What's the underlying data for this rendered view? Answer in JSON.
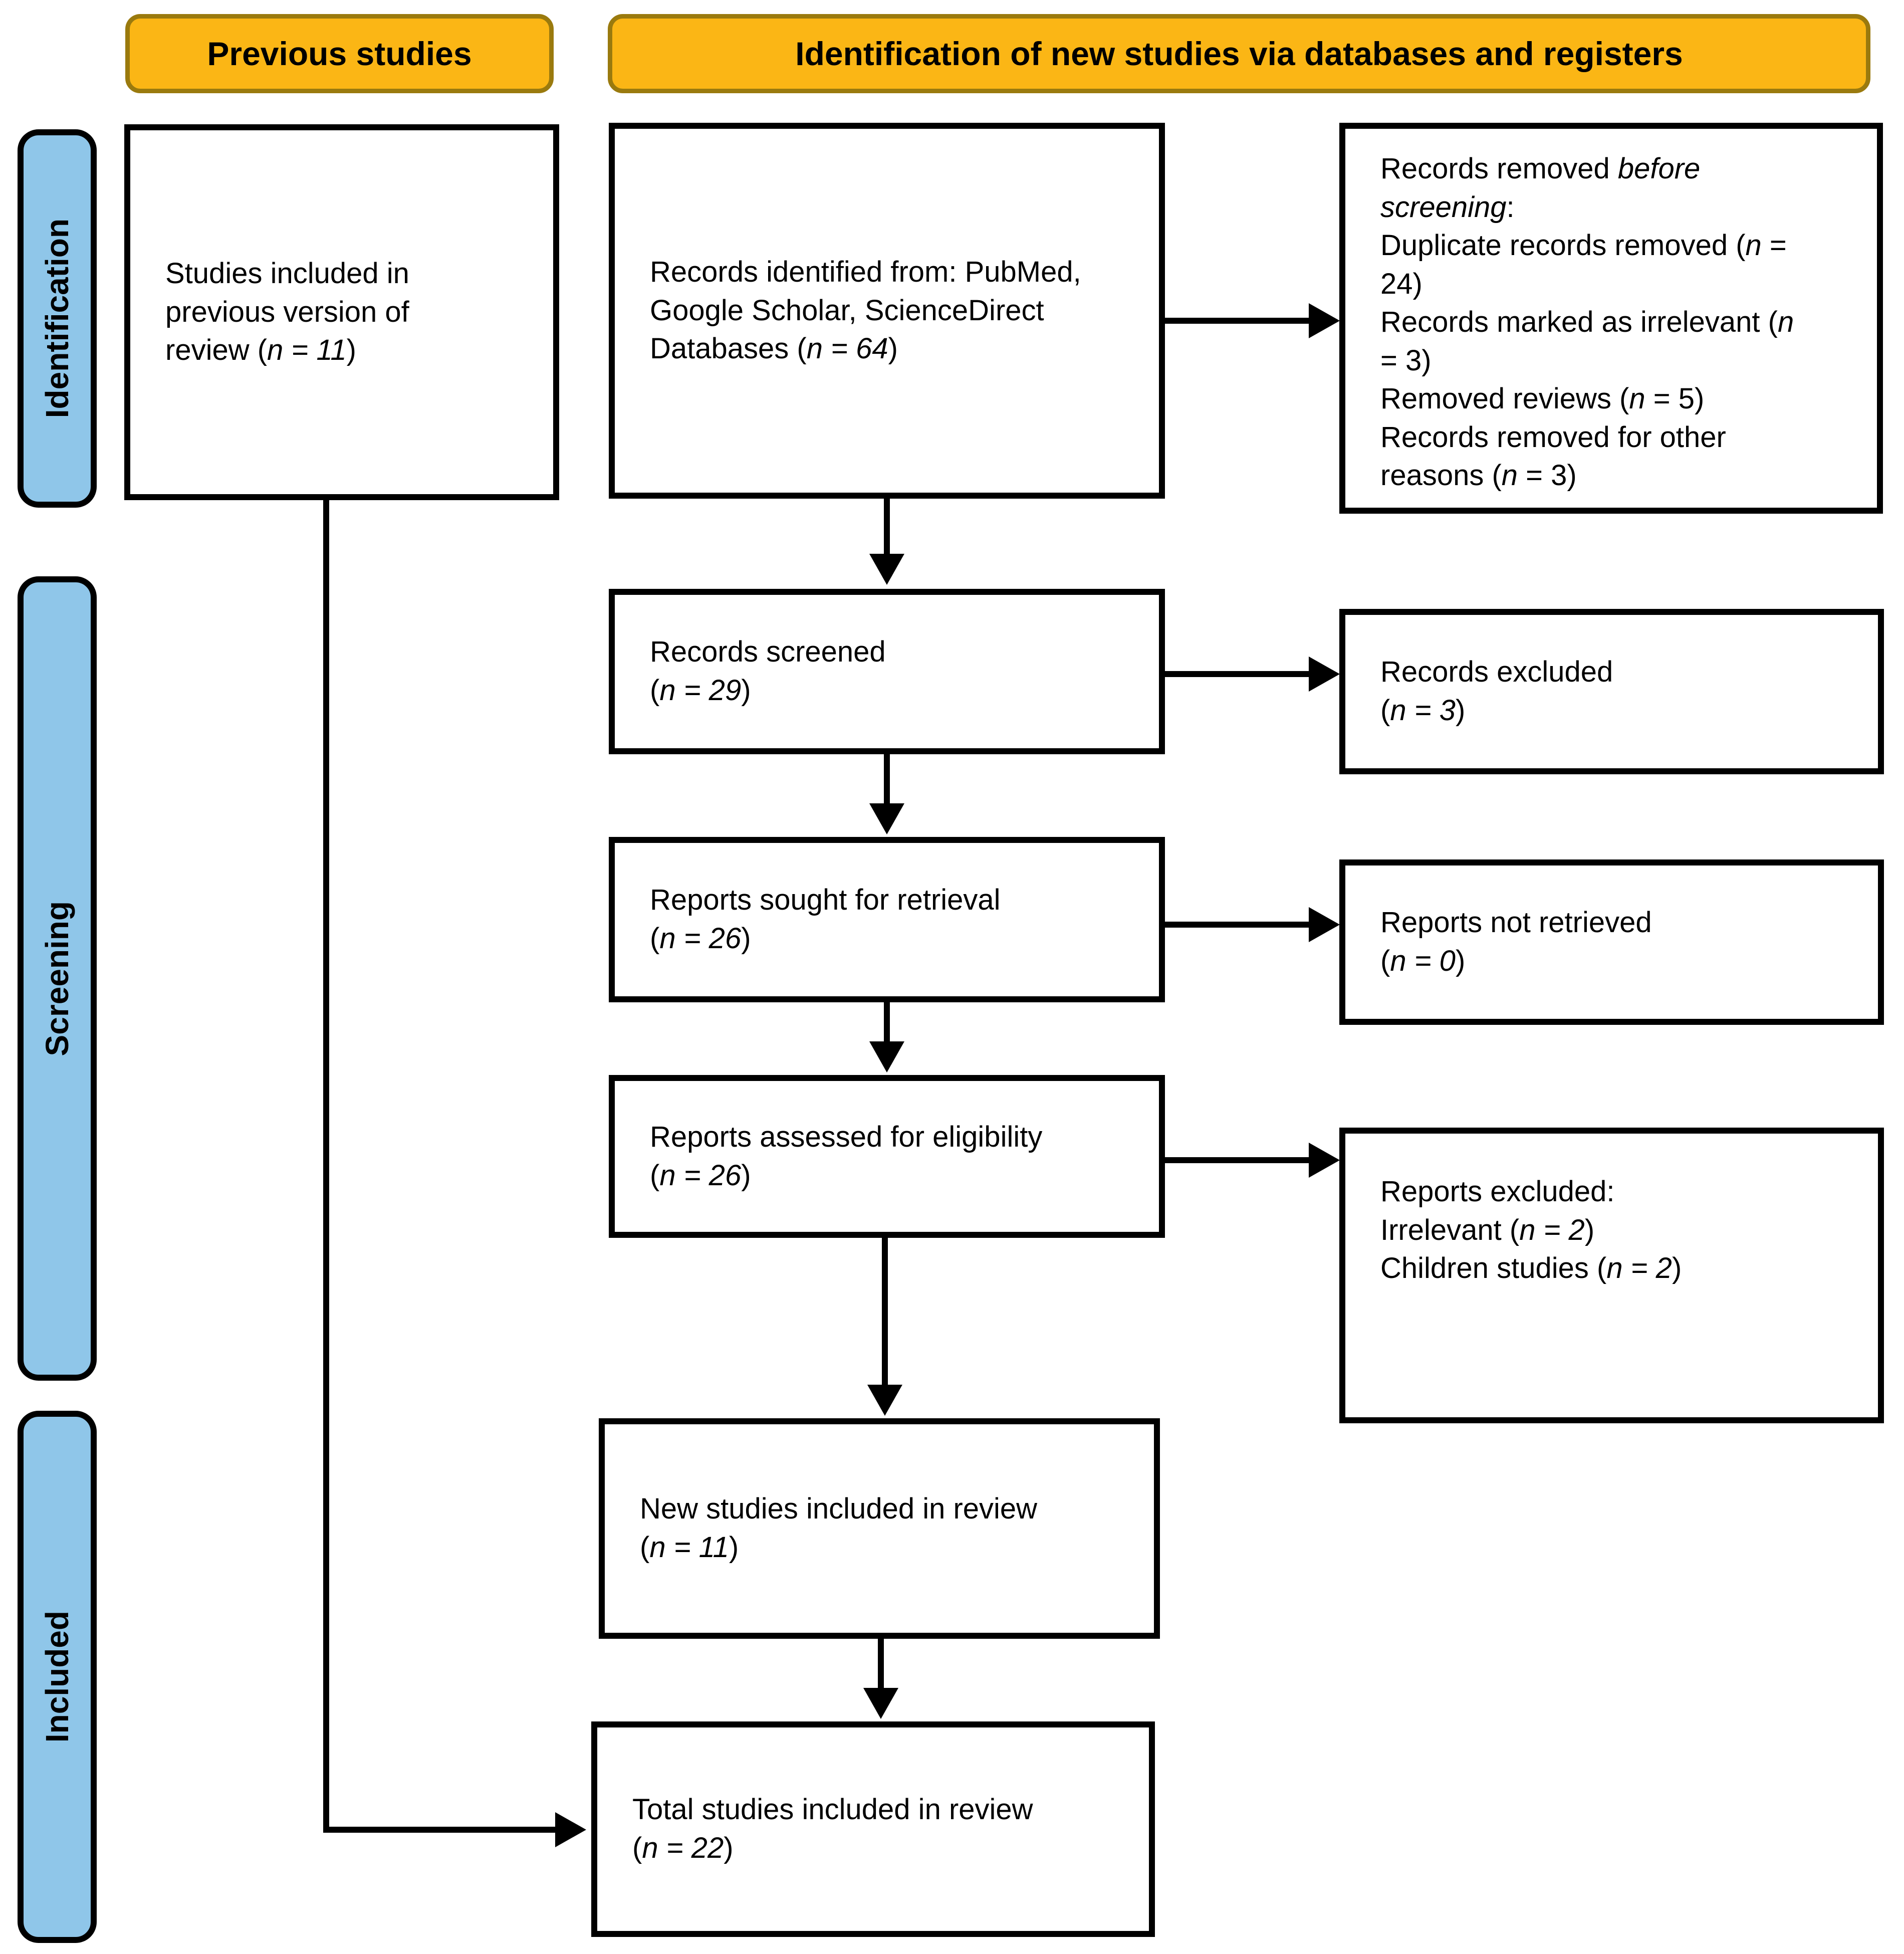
{
  "headers": {
    "previous": "Previous studies",
    "identification": "Identification of new studies via databases and registers"
  },
  "sidebars": {
    "identification": "Identification",
    "screening": "Screening",
    "included": "Included"
  },
  "colors": {
    "header_fill": "#FBB615",
    "header_border": "#9A7A0E",
    "sidebar_fill": "#8FC6E9",
    "line_color": "#000000"
  },
  "boxes": {
    "previous_included": [
      [
        {
          "t": "Studies included in"
        }
      ],
      [
        {
          "t": "previous version of"
        }
      ],
      [
        {
          "t": "review ("
        },
        {
          "t": "n = 11",
          "i": true
        },
        {
          "t": ")"
        }
      ]
    ],
    "records_identified": [
      [
        {
          "t": "Records identified from: PubMed,"
        }
      ],
      [
        {
          "t": "Google Scholar, ScienceDirect"
        }
      ],
      [
        {
          "t": "Databases ("
        },
        {
          "t": "n = 64",
          "i": true
        },
        {
          "t": ")"
        }
      ]
    ],
    "records_removed": [
      [
        {
          "t": "Records removed "
        },
        {
          "t": "before",
          "i": true
        }
      ],
      [
        {
          "t": "screening",
          "i": true
        },
        {
          "t": ":"
        }
      ],
      [
        {
          "t": "Duplicate records removed ("
        },
        {
          "t": "n",
          "i": true
        },
        {
          "t": " ="
        }
      ],
      [
        {
          "t": "24)"
        }
      ],
      [
        {
          "t": "Records marked as irrelevant ("
        },
        {
          "t": "n",
          "i": true
        }
      ],
      [
        {
          "t": "= 3)"
        }
      ],
      [
        {
          "t": "Removed reviews ("
        },
        {
          "t": "n",
          "i": true
        },
        {
          "t": " = 5)"
        }
      ],
      [
        {
          "t": "Records removed for other"
        }
      ],
      [
        {
          "t": "reasons ("
        },
        {
          "t": "n",
          "i": true
        },
        {
          "t": " = 3)"
        }
      ]
    ],
    "records_screened": [
      [
        {
          "t": "Records screened"
        }
      ],
      [
        {
          "t": "("
        },
        {
          "t": "n = 29",
          "i": true
        },
        {
          "t": ")"
        }
      ]
    ],
    "records_excluded": [
      [
        {
          "t": "Records excluded"
        }
      ],
      [
        {
          "t": "("
        },
        {
          "t": "n = 3",
          "i": true
        },
        {
          "t": ")"
        }
      ]
    ],
    "reports_sought": [
      [
        {
          "t": "Reports sought for retrieval"
        }
      ],
      [
        {
          "t": "("
        },
        {
          "t": "n = 26",
          "i": true
        },
        {
          "t": ")"
        }
      ]
    ],
    "reports_not_retrieved": [
      [
        {
          "t": "Reports not retrieved"
        }
      ],
      [
        {
          "t": "("
        },
        {
          "t": "n = 0",
          "i": true
        },
        {
          "t": ")"
        }
      ]
    ],
    "reports_assessed": [
      [
        {
          "t": "Reports assessed for eligibility"
        }
      ],
      [
        {
          "t": "("
        },
        {
          "t": "n = 26",
          "i": true
        },
        {
          "t": ")"
        }
      ]
    ],
    "reports_excluded": [
      [
        {
          "t": "Reports excluded:"
        }
      ],
      [
        {
          "t": "Irrelevant ("
        },
        {
          "t": "n = 2",
          "i": true
        },
        {
          "t": ")"
        }
      ],
      [
        {
          "t": "Children studies ("
        },
        {
          "t": "n = 2",
          "i": true
        },
        {
          "t": ")"
        }
      ]
    ],
    "new_studies": [
      [
        {
          "t": "New studies included in review"
        }
      ],
      [
        {
          "t": "("
        },
        {
          "t": "n = 11",
          "i": true
        },
        {
          "t": ")"
        }
      ]
    ],
    "total_studies": [
      [
        {
          "t": "Total studies included in review"
        }
      ],
      [
        {
          "t": "("
        },
        {
          "t": "n = 22",
          "i": true
        },
        {
          "t": ")"
        }
      ]
    ]
  }
}
